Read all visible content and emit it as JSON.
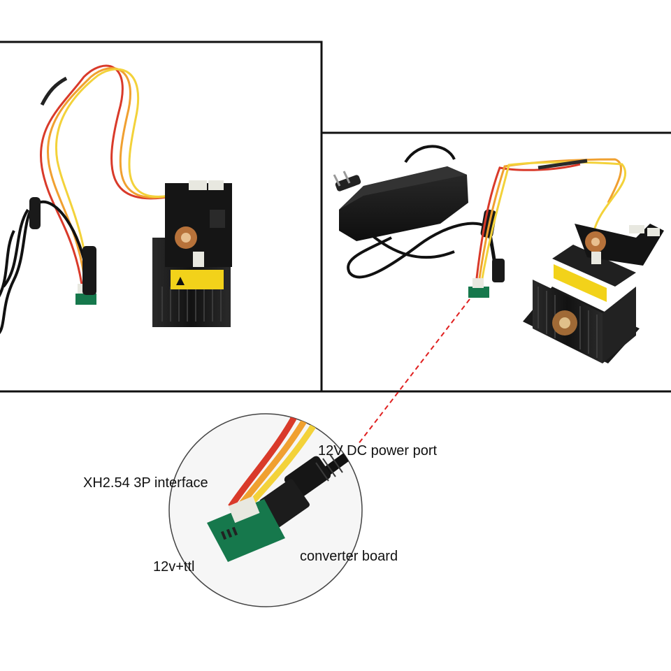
{
  "labels": {
    "power_port": "12V DC power port",
    "xh_interface": "XH2.54 3P interface",
    "converter_board": "converter board",
    "signal": "12v+ttl"
  },
  "colors": {
    "frame": "#111111",
    "leader_line": "#e02020",
    "wire_red": "#d93a2a",
    "wire_orange": "#f0a030",
    "wire_yellow": "#f3d23a",
    "pcb": "#16784c",
    "heatsink": "#1c1c1c"
  }
}
